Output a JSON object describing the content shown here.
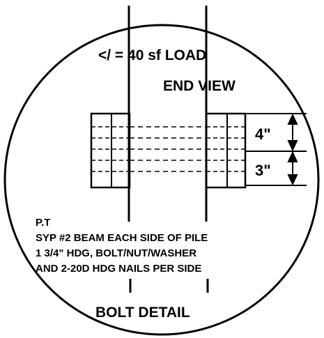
{
  "load_text": "</ = 40 sf LOAD",
  "view_text": "END VIEW",
  "dim_top": "4\"",
  "dim_bottom": "3\"",
  "notes": [
    "P.T",
    "SYP #2 BEAM EACH SIDE OF PILE",
    "1 3/4\" HDG, BOLT/NUT/WASHER",
    "AND 2-20D HDG NAILS PER SIDE"
  ],
  "caption": "BOLT DETAIL",
  "colors": {
    "line": "#000000",
    "background": "#ffffff"
  }
}
